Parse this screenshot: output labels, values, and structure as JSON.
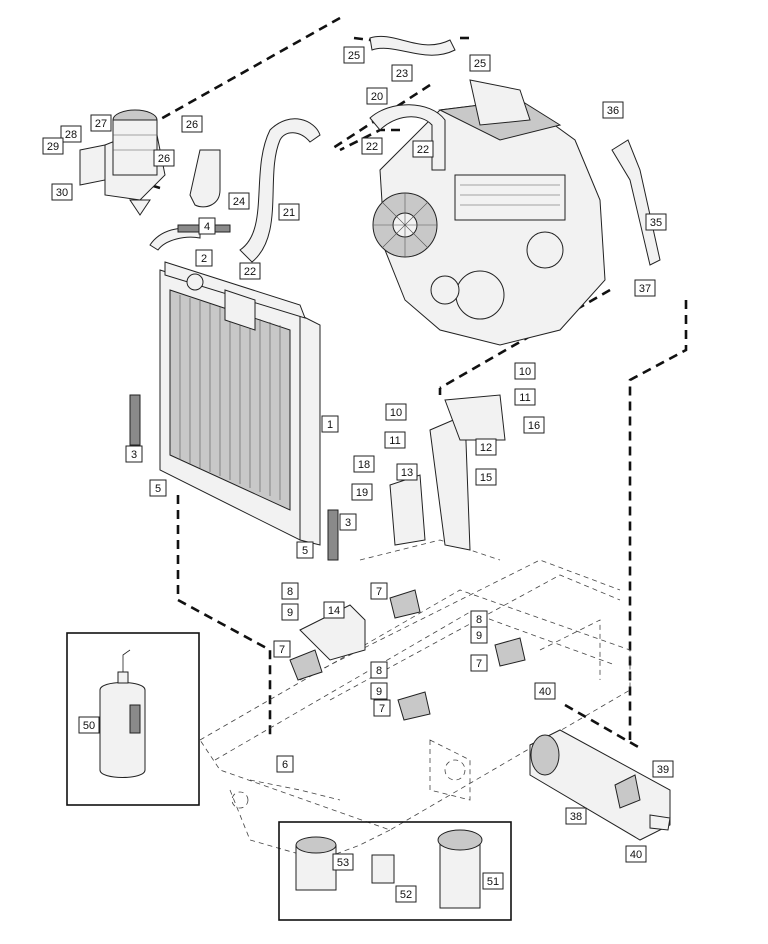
{
  "diagram": {
    "callouts": [
      {
        "id": "c25a",
        "label": "25"
      },
      {
        "id": "c23",
        "label": "23"
      },
      {
        "id": "c25b",
        "label": "25"
      },
      {
        "id": "c20",
        "label": "20"
      },
      {
        "id": "c36",
        "label": "36"
      },
      {
        "id": "c27",
        "label": "27"
      },
      {
        "id": "c26a",
        "label": "26"
      },
      {
        "id": "c28",
        "label": "28"
      },
      {
        "id": "c29",
        "label": "29"
      },
      {
        "id": "c22a",
        "label": "22"
      },
      {
        "id": "c22b",
        "label": "22"
      },
      {
        "id": "c26b",
        "label": "26"
      },
      {
        "id": "c30",
        "label": "30"
      },
      {
        "id": "c24",
        "label": "24"
      },
      {
        "id": "c21",
        "label": "21"
      },
      {
        "id": "c35",
        "label": "35"
      },
      {
        "id": "c4",
        "label": "4"
      },
      {
        "id": "c2",
        "label": "2"
      },
      {
        "id": "c22c",
        "label": "22"
      },
      {
        "id": "c37",
        "label": "37"
      },
      {
        "id": "c10a",
        "label": "10"
      },
      {
        "id": "c11a",
        "label": "11"
      },
      {
        "id": "c1",
        "label": "1"
      },
      {
        "id": "c10b",
        "label": "10"
      },
      {
        "id": "c16",
        "label": "16"
      },
      {
        "id": "c11b",
        "label": "11"
      },
      {
        "id": "c12",
        "label": "12"
      },
      {
        "id": "c3a",
        "label": "3"
      },
      {
        "id": "c18",
        "label": "18"
      },
      {
        "id": "c13",
        "label": "13"
      },
      {
        "id": "c15",
        "label": "15"
      },
      {
        "id": "c19",
        "label": "19"
      },
      {
        "id": "c5a",
        "label": "5"
      },
      {
        "id": "c3b",
        "label": "3"
      },
      {
        "id": "c5b",
        "label": "5"
      },
      {
        "id": "c8a",
        "label": "8"
      },
      {
        "id": "c7a",
        "label": "7"
      },
      {
        "id": "c9a",
        "label": "9"
      },
      {
        "id": "c14",
        "label": "14"
      },
      {
        "id": "c8b",
        "label": "8"
      },
      {
        "id": "c9b",
        "label": "9"
      },
      {
        "id": "c7b",
        "label": "7"
      },
      {
        "id": "c7c",
        "label": "7"
      },
      {
        "id": "c8c",
        "label": "8"
      },
      {
        "id": "c9c",
        "label": "9"
      },
      {
        "id": "c40a",
        "label": "40"
      },
      {
        "id": "c7d",
        "label": "7"
      },
      {
        "id": "c50",
        "label": "50"
      },
      {
        "id": "c6",
        "label": "6"
      },
      {
        "id": "c39",
        "label": "39"
      },
      {
        "id": "c38",
        "label": "38"
      },
      {
        "id": "c40b",
        "label": "40"
      },
      {
        "id": "c53",
        "label": "53"
      },
      {
        "id": "c52",
        "label": "52"
      },
      {
        "id": "c51",
        "label": "51"
      }
    ]
  }
}
